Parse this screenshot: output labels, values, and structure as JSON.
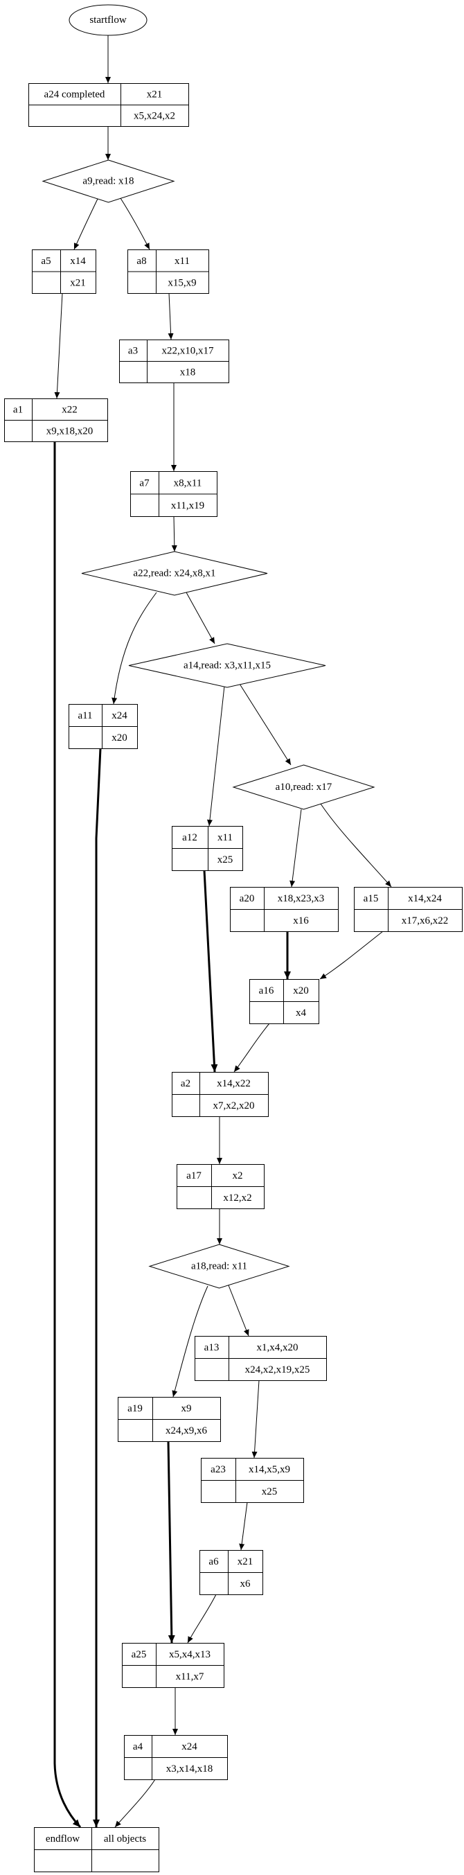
{
  "diagram": {
    "type": "flowchart",
    "start": {
      "id": "startflow",
      "label": "startflow"
    },
    "nodes": [
      {
        "id": "a24",
        "kind": "record",
        "name": "a24 completed",
        "top": "x21",
        "bottom": "x5,x24,x2"
      },
      {
        "id": "a9",
        "kind": "decision",
        "label": "a9,read: x18"
      },
      {
        "id": "a5",
        "kind": "record",
        "name": "a5",
        "top": "x14",
        "bottom": "x21"
      },
      {
        "id": "a8",
        "kind": "record",
        "name": "a8",
        "top": "x11",
        "bottom": "x15,x9"
      },
      {
        "id": "a3",
        "kind": "record",
        "name": "a3",
        "top": "x22,x10,x17",
        "bottom": "x18"
      },
      {
        "id": "a1",
        "kind": "record",
        "name": "a1",
        "top": "x22",
        "bottom": "x9,x18,x20"
      },
      {
        "id": "a7",
        "kind": "record",
        "name": "a7",
        "top": "x8,x11",
        "bottom": "x11,x19"
      },
      {
        "id": "a22",
        "kind": "decision",
        "label": "a22,read: x24,x8,x1"
      },
      {
        "id": "a14",
        "kind": "decision",
        "label": "a14,read: x3,x11,x15"
      },
      {
        "id": "a11",
        "kind": "record",
        "name": "a11",
        "top": "x24",
        "bottom": "x20"
      },
      {
        "id": "a10",
        "kind": "decision",
        "label": "a10,read: x17"
      },
      {
        "id": "a12",
        "kind": "record",
        "name": "a12",
        "top": "x11",
        "bottom": "x25"
      },
      {
        "id": "a20",
        "kind": "record",
        "name": "a20",
        "top": "x18,x23,x3",
        "bottom": "x16"
      },
      {
        "id": "a15",
        "kind": "record",
        "name": "a15",
        "top": "x14,x24",
        "bottom": "x17,x6,x22"
      },
      {
        "id": "a16",
        "kind": "record",
        "name": "a16",
        "top": "x20",
        "bottom": "x4"
      },
      {
        "id": "a2",
        "kind": "record",
        "name": "a2",
        "top": "x14,x22",
        "bottom": "x7,x2,x20"
      },
      {
        "id": "a17",
        "kind": "record",
        "name": "a17",
        "top": "x2",
        "bottom": "x12,x2"
      },
      {
        "id": "a18",
        "kind": "decision",
        "label": "a18,read: x11"
      },
      {
        "id": "a13",
        "kind": "record",
        "name": "a13",
        "top": "x1,x4,x20",
        "bottom": "x24,x2,x19,x25"
      },
      {
        "id": "a19",
        "kind": "record",
        "name": "a19",
        "top": "x9",
        "bottom": "x24,x9,x6"
      },
      {
        "id": "a23",
        "kind": "record",
        "name": "a23",
        "top": "x14,x5,x9",
        "bottom": "x25"
      },
      {
        "id": "a6",
        "kind": "record",
        "name": "a6",
        "top": "x21",
        "bottom": "x6"
      },
      {
        "id": "a25",
        "kind": "record",
        "name": "a25",
        "top": "x5,x4,x13",
        "bottom": "x11,x7"
      },
      {
        "id": "a4",
        "kind": "record",
        "name": "a4",
        "top": "x24",
        "bottom": "x3,x14,x18"
      },
      {
        "id": "endflow",
        "kind": "record",
        "name": "endflow",
        "top": "all objects",
        "bottom": ""
      }
    ],
    "edges": [
      {
        "from": "startflow",
        "to": "a24",
        "bold": false
      },
      {
        "from": "a24",
        "to": "a9",
        "bold": false
      },
      {
        "from": "a9",
        "to": "a5",
        "bold": false
      },
      {
        "from": "a9",
        "to": "a8",
        "bold": false
      },
      {
        "from": "a5",
        "to": "a1",
        "bold": false
      },
      {
        "from": "a8",
        "to": "a3",
        "bold": false
      },
      {
        "from": "a3",
        "to": "a7",
        "bold": false
      },
      {
        "from": "a1",
        "to": "endflow",
        "bold": true
      },
      {
        "from": "a7",
        "to": "a22",
        "bold": false
      },
      {
        "from": "a22",
        "to": "a11",
        "bold": false
      },
      {
        "from": "a22",
        "to": "a14",
        "bold": false
      },
      {
        "from": "a11",
        "to": "endflow",
        "bold": true
      },
      {
        "from": "a14",
        "to": "a12",
        "bold": false
      },
      {
        "from": "a14",
        "to": "a10",
        "bold": false
      },
      {
        "from": "a10",
        "to": "a20",
        "bold": false
      },
      {
        "from": "a10",
        "to": "a15",
        "bold": false
      },
      {
        "from": "a20",
        "to": "a16",
        "bold": true
      },
      {
        "from": "a15",
        "to": "a16",
        "bold": false
      },
      {
        "from": "a12",
        "to": "a2",
        "bold": true
      },
      {
        "from": "a16",
        "to": "a2",
        "bold": false
      },
      {
        "from": "a2",
        "to": "a17",
        "bold": false
      },
      {
        "from": "a17",
        "to": "a18",
        "bold": false
      },
      {
        "from": "a18",
        "to": "a19",
        "bold": false
      },
      {
        "from": "a18",
        "to": "a13",
        "bold": false
      },
      {
        "from": "a13",
        "to": "a23",
        "bold": false
      },
      {
        "from": "a23",
        "to": "a6",
        "bold": false
      },
      {
        "from": "a19",
        "to": "a25",
        "bold": true
      },
      {
        "from": "a6",
        "to": "a25",
        "bold": false
      },
      {
        "from": "a25",
        "to": "a4",
        "bold": false
      },
      {
        "from": "a4",
        "to": "endflow",
        "bold": false
      }
    ]
  }
}
